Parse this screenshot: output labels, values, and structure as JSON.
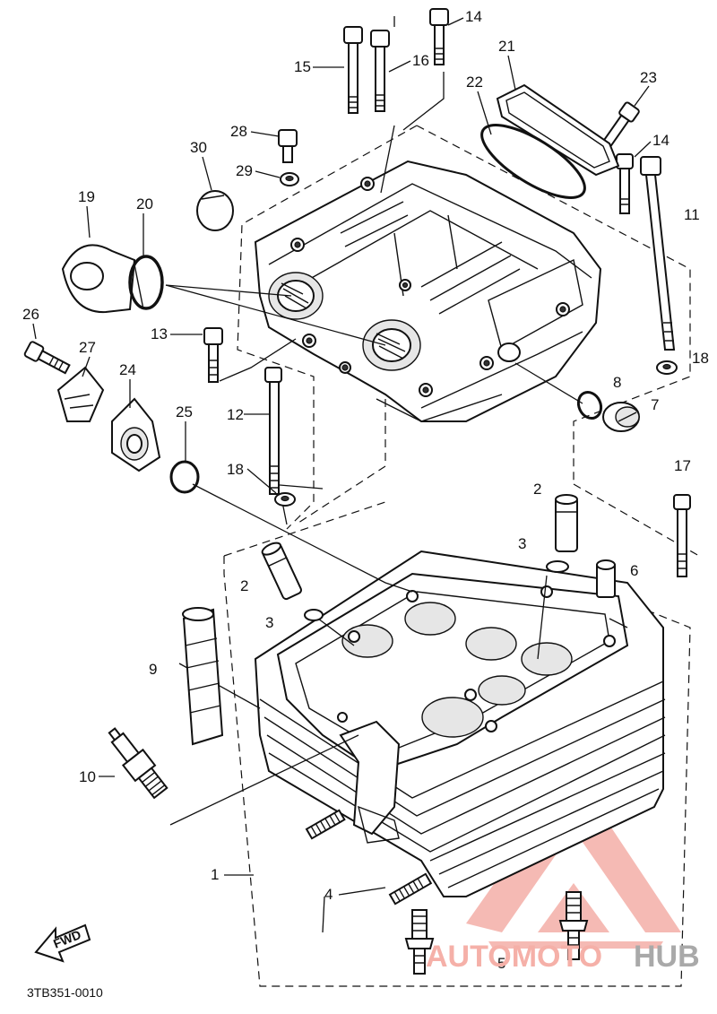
{
  "diagram_code": "3TB351-0010",
  "fwd_label": "FWD",
  "watermark": {
    "brand_a": "AUTOMOTO",
    "brand_b": "HUB",
    "color_a": "#f5b0a8",
    "color_b": "#a9a9a9"
  },
  "callouts": [
    "1",
    "2",
    "2",
    "3",
    "3",
    "4",
    "5",
    "6",
    "7",
    "8",
    "9",
    "10",
    "11",
    "12",
    "13",
    "14",
    "14",
    "15",
    "16",
    "17",
    "18",
    "18",
    "19",
    "20",
    "21",
    "22",
    "23",
    "24",
    "25",
    "26",
    "27",
    "28",
    "29",
    "30"
  ]
}
